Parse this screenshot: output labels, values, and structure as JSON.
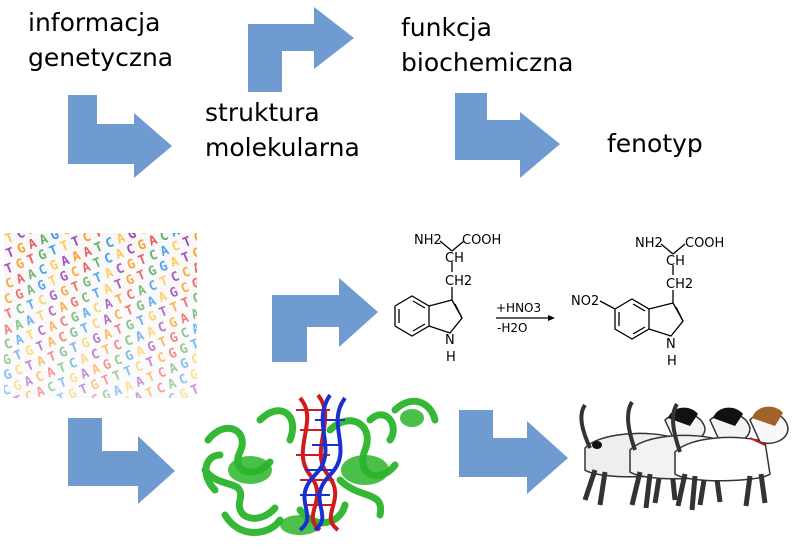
{
  "flow_labels": {
    "genetic_information": [
      "informacja",
      "genetyczna"
    ],
    "molecular_structure": [
      "struktura",
      "molekularna"
    ],
    "biochemical_function": [
      "funkcja",
      "biochemiczna"
    ],
    "phenotype": "fenotyp"
  },
  "reaction": {
    "reactant": {
      "amino_group": "NH2",
      "carboxyl_group": "COOH",
      "alpha_carbon": "CH",
      "methylene": "CH2",
      "ring_nitrogen": "N",
      "ring_hydrogen": "H"
    },
    "reagents": {
      "added": "+HNO3",
      "removed": "-H2O"
    },
    "product": {
      "amino_group": "NH2",
      "carboxyl_group": "COOH",
      "alpha_carbon": "CH",
      "methylene": "CH2",
      "nitro_group": "NO2",
      "ring_nitrogen": "N",
      "ring_hydrogen": "H"
    }
  },
  "colors": {
    "arrow": "#6f9bd1",
    "dna_green": "#2bb52b",
    "dna_red": "#d11a1a",
    "dna_blue": "#1a2fd0",
    "dog_brown": "#a0642a"
  },
  "images": {
    "sequence_letters": "ACGTAGCTTACGGATCCATGCAAGTCTGACTTAGCCGATACGTTAGCATCGGACTAGTCATGGCATTAGC",
    "sequence_colors": [
      "#e53935",
      "#43a047",
      "#1e88e5",
      "#fbc02d",
      "#8e24aa",
      "#fb8c00"
    ]
  }
}
